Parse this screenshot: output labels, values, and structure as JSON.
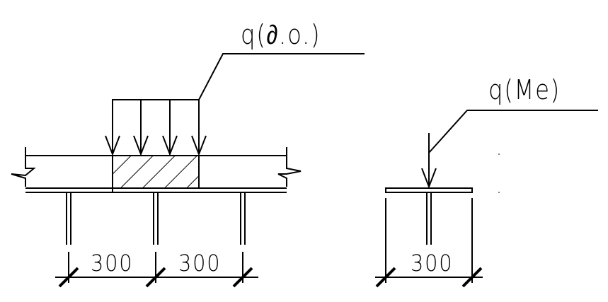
{
  "labels": {
    "load_left": "q(∂.o.)",
    "load_right": "q(Me)",
    "dim_left_1": "300",
    "dim_left_2": "300",
    "dim_right": "300"
  }
}
